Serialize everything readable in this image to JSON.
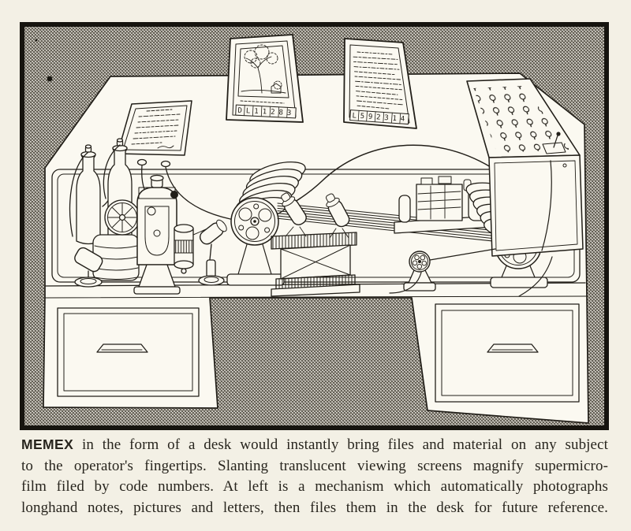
{
  "figure": {
    "screens": {
      "left": {
        "code": "DL11283"
      },
      "right": {
        "code": "L592314"
      }
    }
  },
  "caption": {
    "lead": "MEMEX",
    "lines": [
      " in the form of a desk would instantly bring files and material on any subject",
      "to the operator's fingertips. Slanting translucent viewing screens magnify supermicro-",
      "film filed by code numbers. At left is a mechanism which automatically photographs",
      "longhand notes, pictures and letters, then files them in the desk for future reference."
    ]
  },
  "colors": {
    "paper": "#f3f0e5",
    "ink": "#221f19",
    "halftone_gray": "#b7b3a9",
    "frame": "#16140f",
    "illustration_white": "#fbf9f1"
  }
}
